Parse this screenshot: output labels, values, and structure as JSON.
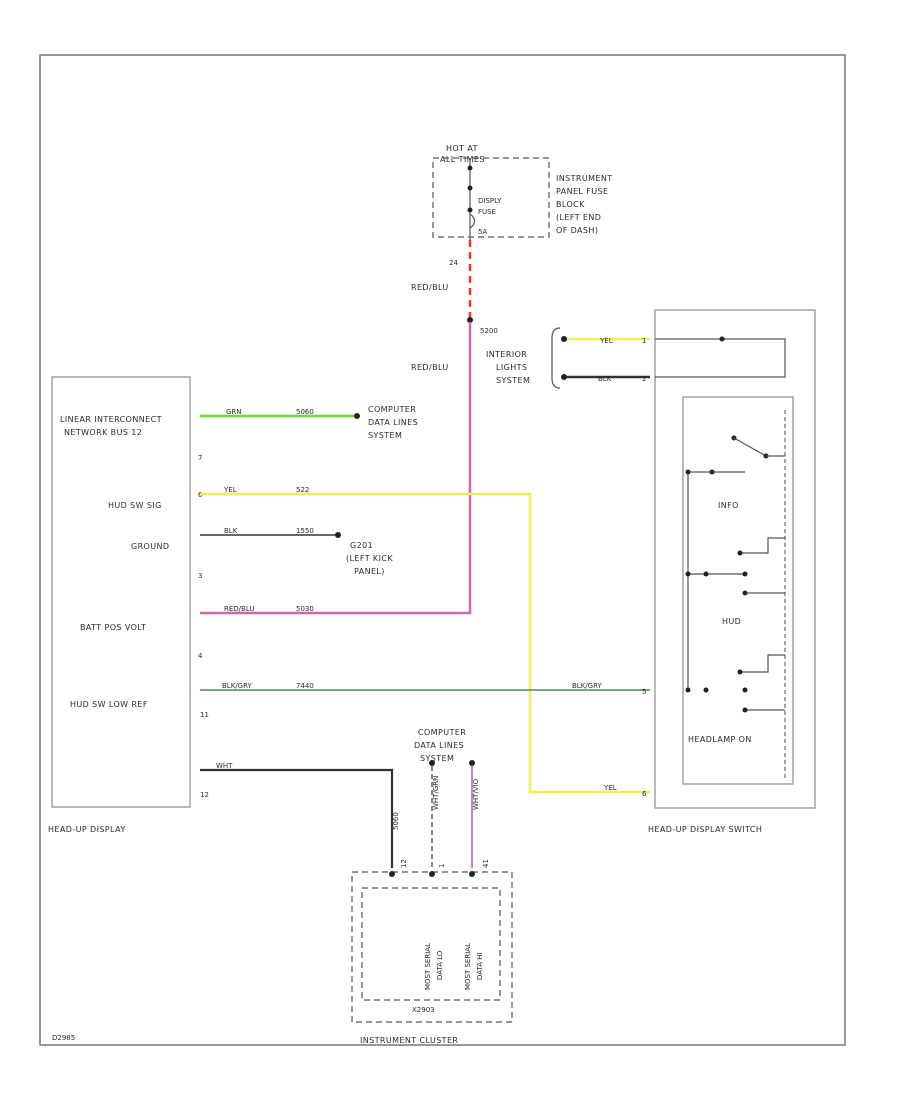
{
  "colors": {
    "green": "#66dd33",
    "yellow": "#eeee55",
    "pink": "#cc66aa",
    "red": "#ee3333",
    "darkgreen": "#558855",
    "black": "#333333",
    "violet": "#bb88cc"
  },
  "hot_at_all_times": [
    "HOT AT",
    "ALL TIMES"
  ],
  "fuse": {
    "label": [
      "DISPLY",
      "FUSE",
      "5A"
    ]
  },
  "fuse_block": [
    "INSTRUMENT",
    "PANEL FUSE",
    "BLOCK",
    "(LEFT END",
    "OF DASH)"
  ],
  "wire_labels": {
    "w1": "RED/BLU",
    "w2": "RED/BLU",
    "grn": "GRN",
    "yel": "YEL",
    "blk": "BLK",
    "redblu": "RED/BLU",
    "blkgry": "BLK/GRY",
    "blkgry_right": "BLK/GRY",
    "yel_right": "YEL",
    "yel_top": "YEL",
    "blk_top": "BLK",
    "wht": "WHT",
    "grn_vert": "WHT/GRN",
    "vio_vert": "WHT/VIO"
  },
  "circuit_numbers": {
    "n_red": "5030"
  },
  "interior_lights": [
    "INTERIOR",
    "LIGHTS",
    "SYSTEM"
  ],
  "computer_data_lines_1": [
    "COMPUTER",
    "DATA LINES",
    "SYSTEM"
  ],
  "computer_data_lines_2": [
    "COMPUTER",
    "DATA LINES",
    "SYSTEM"
  ],
  "ground": [
    "G201",
    "(LEFT KICK",
    "PANEL)"
  ],
  "hud": {
    "title": "HEAD-UP DISPLAY",
    "pins": [
      "LINEAR INTERCONNECT",
      "NETWORK BUS 12",
      "HUD SW SIG",
      "GROUND",
      "BATT POS VOLT",
      "HUD SW LOW REF"
    ]
  },
  "hud_switch": {
    "title": "HEAD-UP DISPLAY SWITCH",
    "info": "INFO",
    "hud": "HUD",
    "headlamp": "HEADLAMP ON"
  },
  "cluster": {
    "title": "INSTRUMENT CLUSTER",
    "data_hi": [
      "MOST SERIAL",
      "DATA HI"
    ],
    "data_lo": [
      "MOST SERIAL",
      "DATA LO"
    ]
  }
}
